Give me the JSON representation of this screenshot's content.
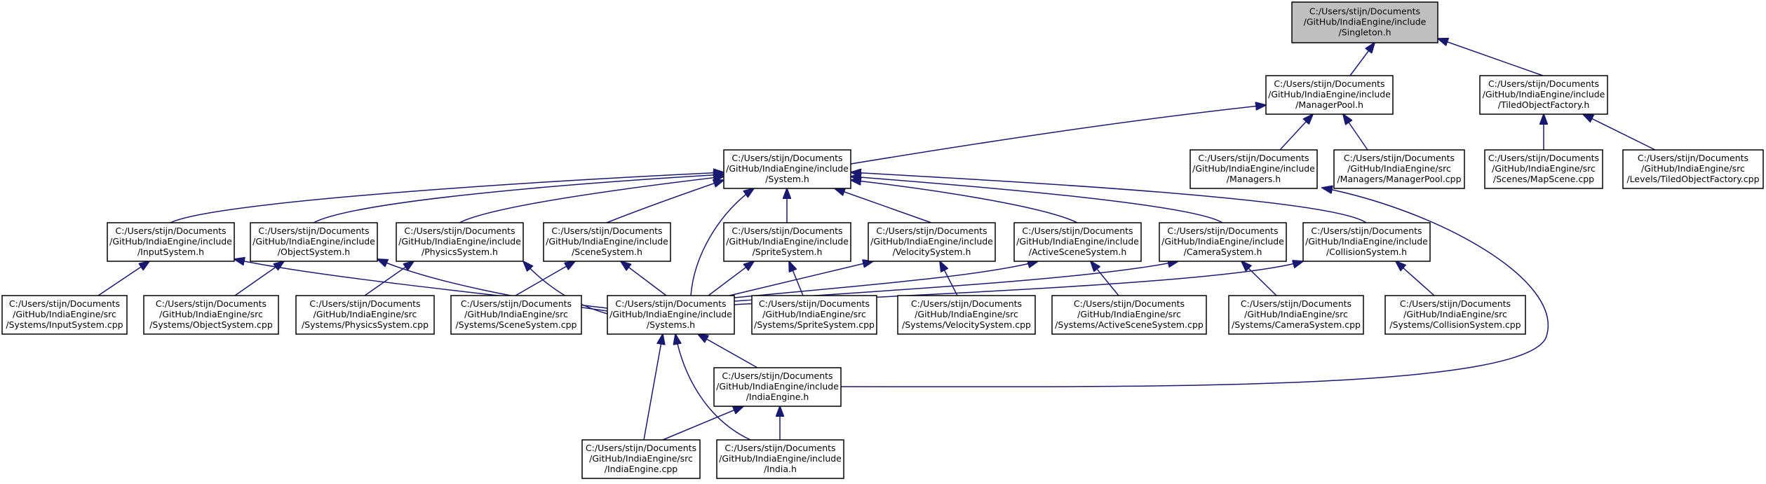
{
  "diagram": {
    "type": "include-dependency-graph",
    "colors": {
      "edge": "#191970",
      "root_fill": "#bfbfbf",
      "node_fill": "#ffffff",
      "border": "#000000"
    },
    "nodes": [
      {
        "id": "singleton",
        "root": true,
        "lines": [
          "C:/Users/stijn/Documents",
          "/GitHub/IndiaEngine/include",
          "/Singleton.h"
        ]
      },
      {
        "id": "managerpool_h",
        "lines": [
          "C:/Users/stijn/Documents",
          "/GitHub/IndiaEngine/include",
          "/ManagerPool.h"
        ]
      },
      {
        "id": "tiledobj_h",
        "lines": [
          "C:/Users/stijn/Documents",
          "/GitHub/IndiaEngine/include",
          "/TiledObjectFactory.h"
        ]
      },
      {
        "id": "system_h",
        "lines": [
          "C:/Users/stijn/Documents",
          "/GitHub/IndiaEngine/include",
          "/System.h"
        ]
      },
      {
        "id": "managers_h",
        "lines": [
          "C:/Users/stijn/Documents",
          "/GitHub/IndiaEngine/include",
          "/Managers.h"
        ]
      },
      {
        "id": "managerpool_cpp",
        "lines": [
          "C:/Users/stijn/Documents",
          "/GitHub/IndiaEngine/src",
          "/Managers/ManagerPool.cpp"
        ]
      },
      {
        "id": "mapscene_cpp",
        "lines": [
          "C:/Users/stijn/Documents",
          "/GitHub/IndiaEngine/src",
          "/Scenes/MapScene.cpp"
        ]
      },
      {
        "id": "tiledobj_cpp",
        "lines": [
          "C:/Users/stijn/Documents",
          "/GitHub/IndiaEngine/src",
          "/Levels/TiledObjectFactory.cpp"
        ]
      },
      {
        "id": "input_h",
        "lines": [
          "C:/Users/stijn/Documents",
          "/GitHub/IndiaEngine/include",
          "/InputSystem.h"
        ]
      },
      {
        "id": "object_h",
        "lines": [
          "C:/Users/stijn/Documents",
          "/GitHub/IndiaEngine/include",
          "/ObjectSystem.h"
        ]
      },
      {
        "id": "physics_h",
        "lines": [
          "C:/Users/stijn/Documents",
          "/GitHub/IndiaEngine/include",
          "/PhysicsSystem.h"
        ]
      },
      {
        "id": "scene_h",
        "lines": [
          "C:/Users/stijn/Documents",
          "/GitHub/IndiaEngine/include",
          "/SceneSystem.h"
        ]
      },
      {
        "id": "sprite_h",
        "lines": [
          "C:/Users/stijn/Documents",
          "/GitHub/IndiaEngine/include",
          "/SpriteSystem.h"
        ]
      },
      {
        "id": "velocity_h",
        "lines": [
          "C:/Users/stijn/Documents",
          "/GitHub/IndiaEngine/include",
          "/VelocitySystem.h"
        ]
      },
      {
        "id": "activescene_h",
        "lines": [
          "C:/Users/stijn/Documents",
          "/GitHub/IndiaEngine/include",
          "/ActiveSceneSystem.h"
        ]
      },
      {
        "id": "camera_h",
        "lines": [
          "C:/Users/stijn/Documents",
          "/GitHub/IndiaEngine/include",
          "/CameraSystem.h"
        ]
      },
      {
        "id": "collision_h",
        "lines": [
          "C:/Users/stijn/Documents",
          "/GitHub/IndiaEngine/include",
          "/CollisionSystem.h"
        ]
      },
      {
        "id": "input_cpp",
        "lines": [
          "C:/Users/stijn/Documents",
          "/GitHub/IndiaEngine/src",
          "/Systems/InputSystem.cpp"
        ]
      },
      {
        "id": "object_cpp",
        "lines": [
          "C:/Users/stijn/Documents",
          "/GitHub/IndiaEngine/src",
          "/Systems/ObjectSystem.cpp"
        ]
      },
      {
        "id": "physics_cpp",
        "lines": [
          "C:/Users/stijn/Documents",
          "/GitHub/IndiaEngine/src",
          "/Systems/PhysicsSystem.cpp"
        ]
      },
      {
        "id": "scene_cpp",
        "lines": [
          "C:/Users/stijn/Documents",
          "/GitHub/IndiaEngine/src",
          "/Systems/SceneSystem.cpp"
        ]
      },
      {
        "id": "systems_h",
        "lines": [
          "C:/Users/stijn/Documents",
          "/GitHub/IndiaEngine/include",
          "/Systems.h"
        ]
      },
      {
        "id": "sprite_cpp",
        "lines": [
          "C:/Users/stijn/Documents",
          "/GitHub/IndiaEngine/src",
          "/Systems/SpriteSystem.cpp"
        ]
      },
      {
        "id": "velocity_cpp",
        "lines": [
          "C:/Users/stijn/Documents",
          "/GitHub/IndiaEngine/src",
          "/Systems/VelocitySystem.cpp"
        ]
      },
      {
        "id": "activescene_cpp",
        "lines": [
          "C:/Users/stijn/Documents",
          "/GitHub/IndiaEngine/src",
          "/Systems/ActiveSceneSystem.cpp"
        ]
      },
      {
        "id": "camera_cpp",
        "lines": [
          "C:/Users/stijn/Documents",
          "/GitHub/IndiaEngine/src",
          "/Systems/CameraSystem.cpp"
        ]
      },
      {
        "id": "collision_cpp",
        "lines": [
          "C:/Users/stijn/Documents",
          "/GitHub/IndiaEngine/src",
          "/Systems/CollisionSystem.cpp"
        ]
      },
      {
        "id": "indiaengine_h",
        "lines": [
          "C:/Users/stijn/Documents",
          "/GitHub/IndiaEngine/include",
          "/IndiaEngine.h"
        ]
      },
      {
        "id": "indiaengine_cpp",
        "lines": [
          "C:/Users/stijn/Documents",
          "/GitHub/IndiaEngine/src",
          "/IndiaEngine.cpp"
        ]
      },
      {
        "id": "india_h",
        "lines": [
          "C:/Users/stijn/Documents",
          "/GitHub/IndiaEngine/include",
          "/India.h"
        ]
      }
    ],
    "edges": [
      {
        "from": "managerpool_h",
        "to": "singleton"
      },
      {
        "from": "tiledobj_h",
        "to": "singleton"
      },
      {
        "from": "system_h",
        "to": "managerpool_h"
      },
      {
        "from": "managers_h",
        "to": "managerpool_h"
      },
      {
        "from": "managerpool_cpp",
        "to": "managerpool_h"
      },
      {
        "from": "mapscene_cpp",
        "to": "tiledobj_h"
      },
      {
        "from": "tiledobj_cpp",
        "to": "tiledobj_h"
      },
      {
        "from": "input_h",
        "to": "system_h"
      },
      {
        "from": "object_h",
        "to": "system_h"
      },
      {
        "from": "physics_h",
        "to": "system_h"
      },
      {
        "from": "scene_h",
        "to": "system_h"
      },
      {
        "from": "systems_h",
        "to": "system_h"
      },
      {
        "from": "sprite_h",
        "to": "system_h"
      },
      {
        "from": "velocity_h",
        "to": "system_h"
      },
      {
        "from": "activescene_h",
        "to": "system_h"
      },
      {
        "from": "camera_h",
        "to": "system_h"
      },
      {
        "from": "collision_h",
        "to": "system_h"
      },
      {
        "from": "input_cpp",
        "to": "input_h"
      },
      {
        "from": "object_cpp",
        "to": "object_h"
      },
      {
        "from": "physics_cpp",
        "to": "physics_h"
      },
      {
        "from": "scene_cpp",
        "to": "scene_h"
      },
      {
        "from": "sprite_cpp",
        "to": "sprite_h"
      },
      {
        "from": "velocity_cpp",
        "to": "velocity_h"
      },
      {
        "from": "activescene_cpp",
        "to": "activescene_h"
      },
      {
        "from": "camera_cpp",
        "to": "camera_h"
      },
      {
        "from": "collision_cpp",
        "to": "collision_h"
      },
      {
        "from": "systems_h",
        "to": "input_h"
      },
      {
        "from": "systems_h",
        "to": "object_h"
      },
      {
        "from": "systems_h",
        "to": "physics_h"
      },
      {
        "from": "systems_h",
        "to": "scene_h"
      },
      {
        "from": "systems_h",
        "to": "sprite_h"
      },
      {
        "from": "systems_h",
        "to": "velocity_h"
      },
      {
        "from": "systems_h",
        "to": "activescene_h"
      },
      {
        "from": "systems_h",
        "to": "camera_h"
      },
      {
        "from": "systems_h",
        "to": "collision_h"
      },
      {
        "from": "indiaengine_h",
        "to": "systems_h"
      },
      {
        "from": "indiaengine_cpp",
        "to": "systems_h"
      },
      {
        "from": "india_h",
        "to": "systems_h"
      },
      {
        "from": "indiaengine_h",
        "to": "managers_h"
      },
      {
        "from": "indiaengine_cpp",
        "to": "indiaengine_h"
      },
      {
        "from": "india_h",
        "to": "indiaengine_h"
      }
    ]
  }
}
